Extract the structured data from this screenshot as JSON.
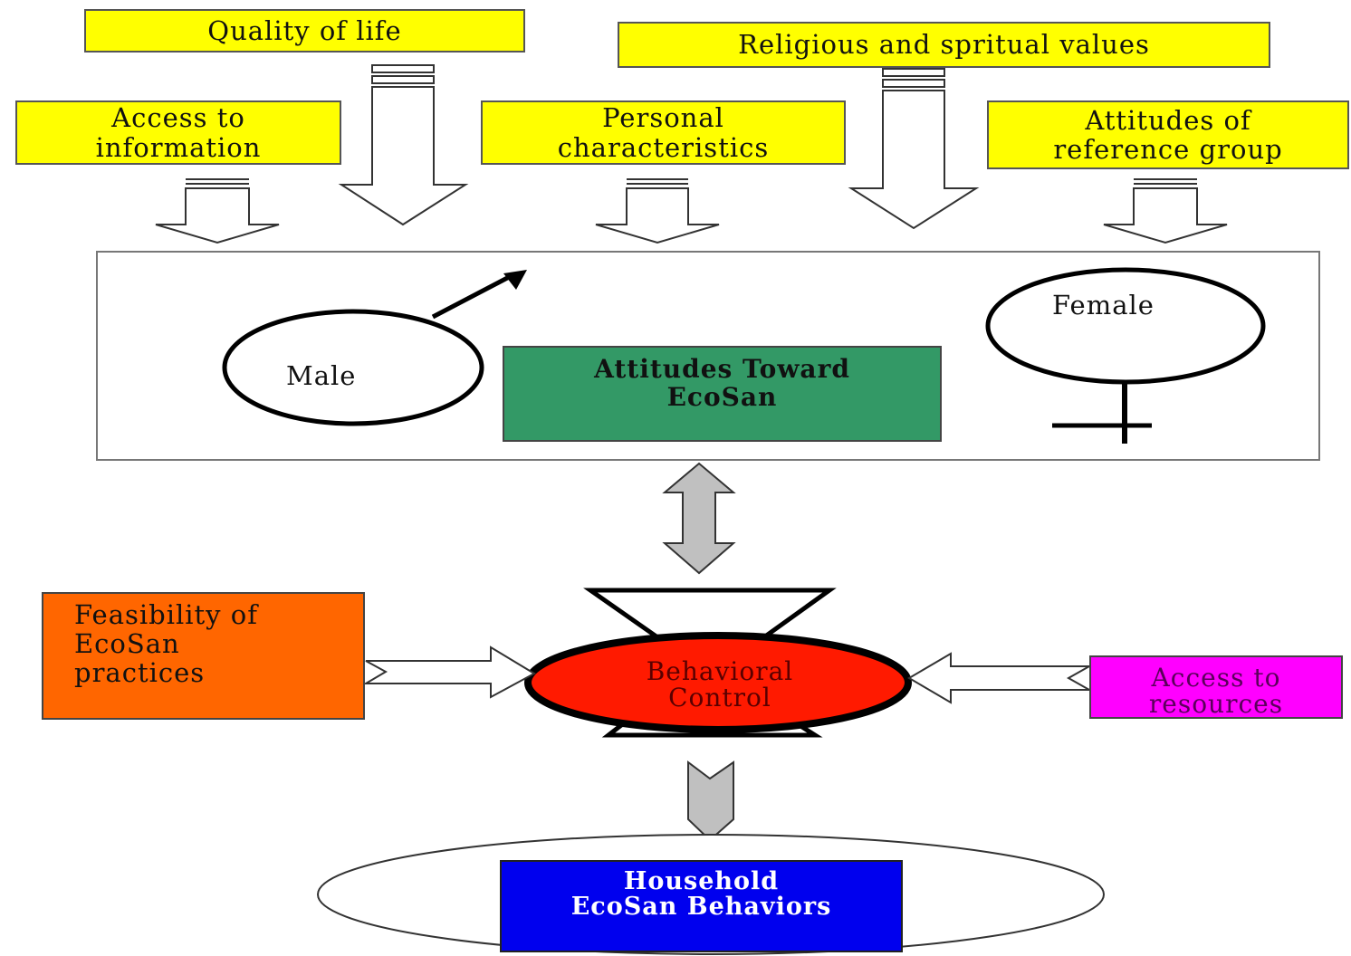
{
  "factors": {
    "quality_of_life": "Quality of life",
    "religious_values": "Religious and spritual values",
    "access_information": [
      "Access to",
      "information"
    ],
    "personal_characteristics": [
      "Personal",
      "characteristics"
    ],
    "attitudes_reference_group": [
      "Attitudes of",
      "reference group"
    ]
  },
  "gender": {
    "male": "Male",
    "female": "Female"
  },
  "attitudes": [
    "Attitudes Toward",
    "EcoSan"
  ],
  "feasibility": [
    "Feasibility of",
    "EcoSan",
    "practices"
  ],
  "behavioral_control": [
    "Behavioral",
    "Control"
  ],
  "access_resources": [
    "Access to",
    "resources"
  ],
  "household": [
    "Household",
    "EcoSan Behaviors"
  ],
  "colors": {
    "factor_box": "#ffff00",
    "attitudes_box": "#339966",
    "feasibility_box": "#ff6600",
    "behavioral_control": "#ff1a00",
    "access_resources_box": "#ff00ff",
    "household_box": "#0000ee",
    "gray_arrow": "#c0c0c0"
  }
}
